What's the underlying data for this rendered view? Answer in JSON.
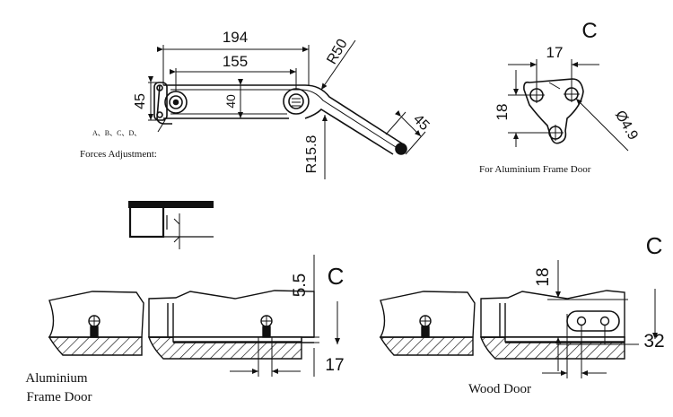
{
  "colors": {
    "ink": "#111111",
    "background": "#ffffff"
  },
  "hinge": {
    "dims": {
      "overall_length": "194",
      "pivot_spacing": "155",
      "height_outer": "45",
      "height_inner": "40",
      "bend_radius": "R50",
      "inner_radius": "R15.8",
      "arm_angle": "45"
    },
    "adjust_points": "A、B、C、D、",
    "forces_caption": "Forces Adjustment:"
  },
  "detail_c": {
    "label": "C",
    "width": "17",
    "height": "18",
    "hole_dia": "Ø4.9",
    "caption": "For Aluminium Frame Door"
  },
  "aluminium_door": {
    "dim_vertical": "5.5",
    "dim_bottom": "17",
    "view_label": "C",
    "caption_line1": "Aluminium",
    "caption_line2": "Frame Door"
  },
  "wood_door": {
    "dim_vertical": "18",
    "dim_right": "32",
    "view_label": "C",
    "caption": "Wood  Door"
  }
}
